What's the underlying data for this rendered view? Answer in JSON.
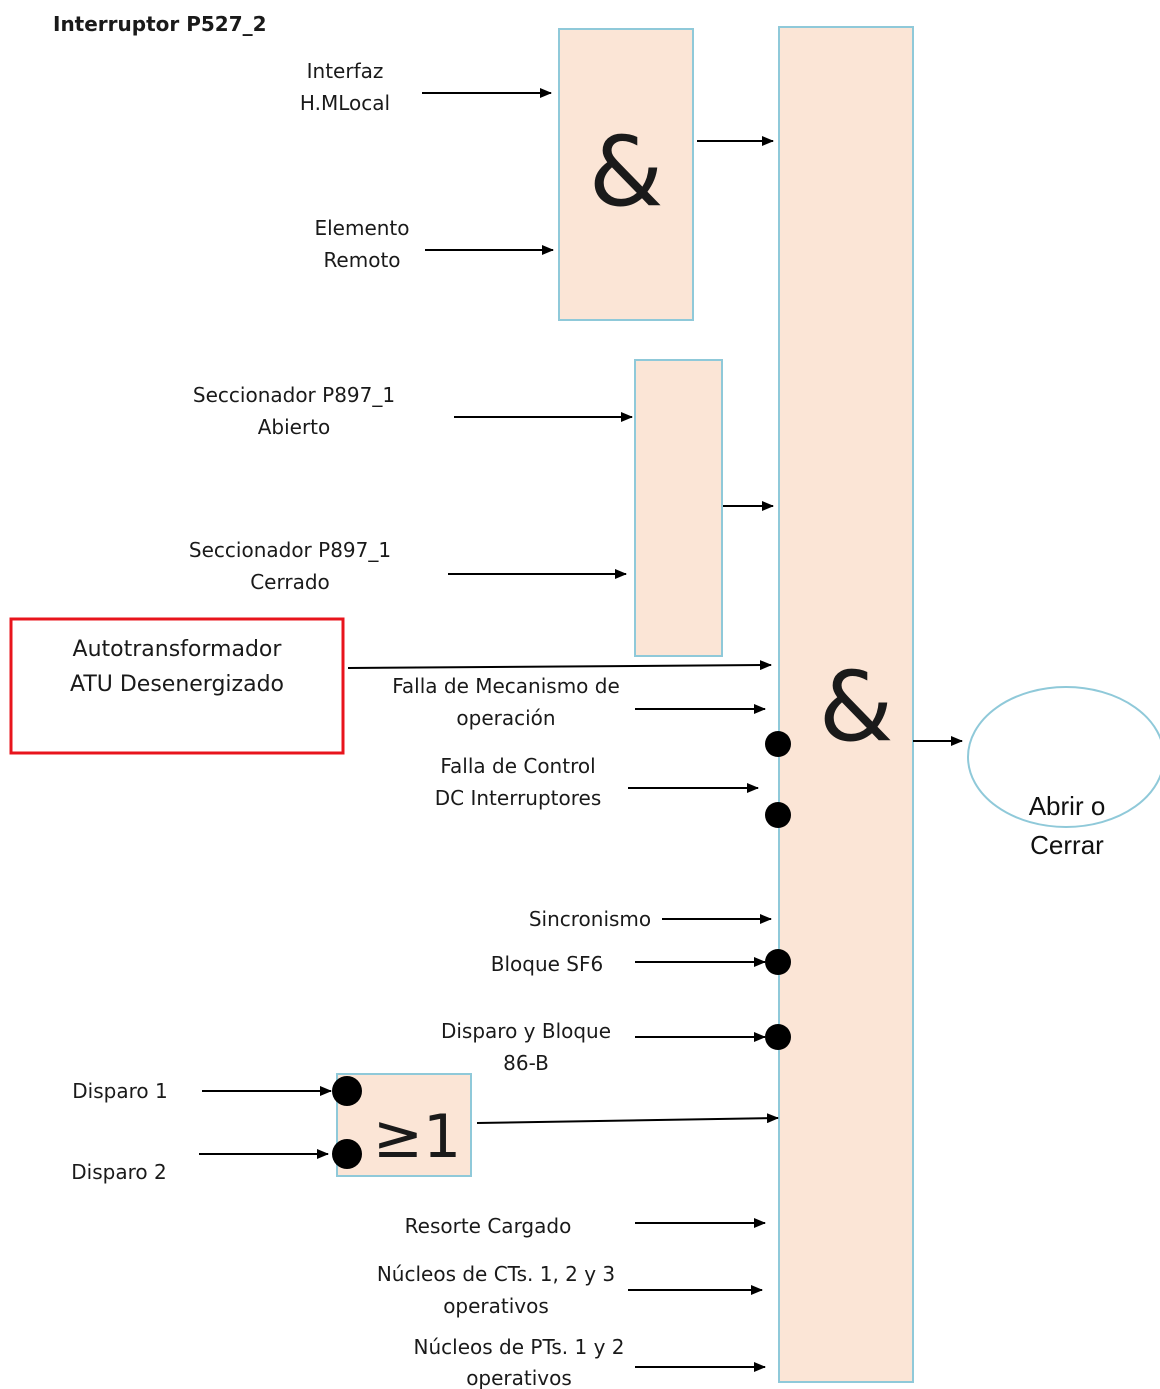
{
  "title": "Interruptor P527_2",
  "gates": {
    "and_top": "&",
    "and_main": "&",
    "or_gate": "≥1"
  },
  "inputs": {
    "interfaz": [
      "Interfaz",
      "H.MLocal"
    ],
    "elemento": [
      "Elemento",
      "Remoto"
    ],
    "secc_abierto": [
      "Seccionador P897_1",
      "Abierto"
    ],
    "secc_cerrado": [
      "Seccionador P897_1",
      "Cerrado"
    ],
    "atu": [
      "Autotransformador",
      "ATU Desenergizado"
    ],
    "falla_mec": [
      "Falla de Mecanismo de",
      "operación"
    ],
    "falla_dc": [
      "Falla de Control",
      "DC Interruptores"
    ],
    "sincronismo": "Sincronismo",
    "bloque_sf6": "Bloque SF6",
    "disparo_bloque": [
      "Disparo y Bloque",
      "86-B"
    ],
    "disparo1": "Disparo 1",
    "disparo2": "Disparo 2",
    "resorte": "Resorte Cargado",
    "ct": [
      "Núcleos de CTs. 1, 2 y 3",
      "operativos"
    ],
    "pt": [
      "Núcleos de PTs. 1 y 2",
      "operativos"
    ]
  },
  "output": [
    "Abrir o",
    "Cerrar"
  ],
  "colors": {
    "gate_fill": "#fbe5d6",
    "gate_border": "#8fc9d9",
    "highlight_border": "#e8141c",
    "output_border": "#8fc9d9"
  }
}
